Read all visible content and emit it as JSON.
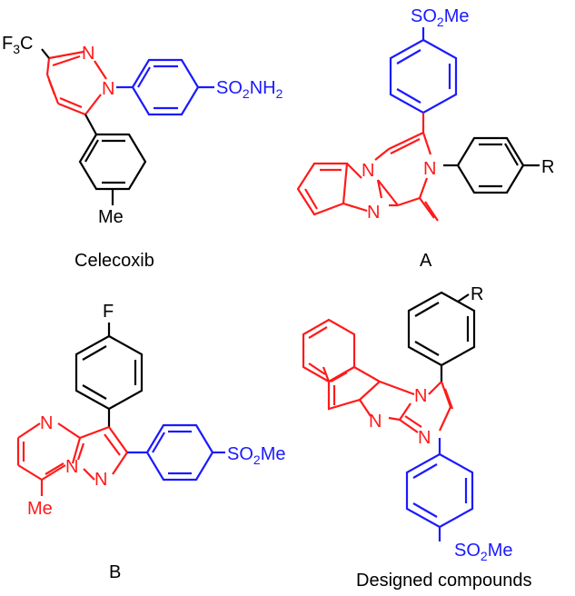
{
  "colors": {
    "core": "#ff1a1a",
    "aryl": "#1a1aff",
    "black": "#000000"
  },
  "structures": [
    {
      "id": "celecoxib",
      "caption": "Celecoxib",
      "labels": {
        "cf3_main": "F",
        "cf3_sub": "3",
        "cf3_tail": "C",
        "n1": "N",
        "n2": "N",
        "so2nh2_a": "SO",
        "so2nh2_sub1": "2",
        "so2nh2_b": "NH",
        "so2nh2_sub2": "2",
        "methyl": "Me"
      }
    },
    {
      "id": "compound-a",
      "caption": "A",
      "labels": {
        "so2me_a": "SO",
        "so2me_sub": "2",
        "so2me_b": "Me",
        "n_bridge": "N",
        "n_amide": "N",
        "n_imid": "N",
        "r": "R"
      }
    },
    {
      "id": "compound-b",
      "caption": "B",
      "labels": {
        "fluoro": "F",
        "n_pyr": "N",
        "n_bridge": "N",
        "n_pz": "N",
        "so2me_a": "SO",
        "so2me_sub": "2",
        "so2me_b": "Me",
        "methyl": "Me"
      }
    },
    {
      "id": "designed",
      "caption": "Designed compounds",
      "labels": {
        "r": "R",
        "n_bridge": "N",
        "n_imid": "N",
        "n_pym": "N",
        "so2me_a": "SO",
        "so2me_sub": "2",
        "so2me_b": "Me"
      }
    }
  ]
}
